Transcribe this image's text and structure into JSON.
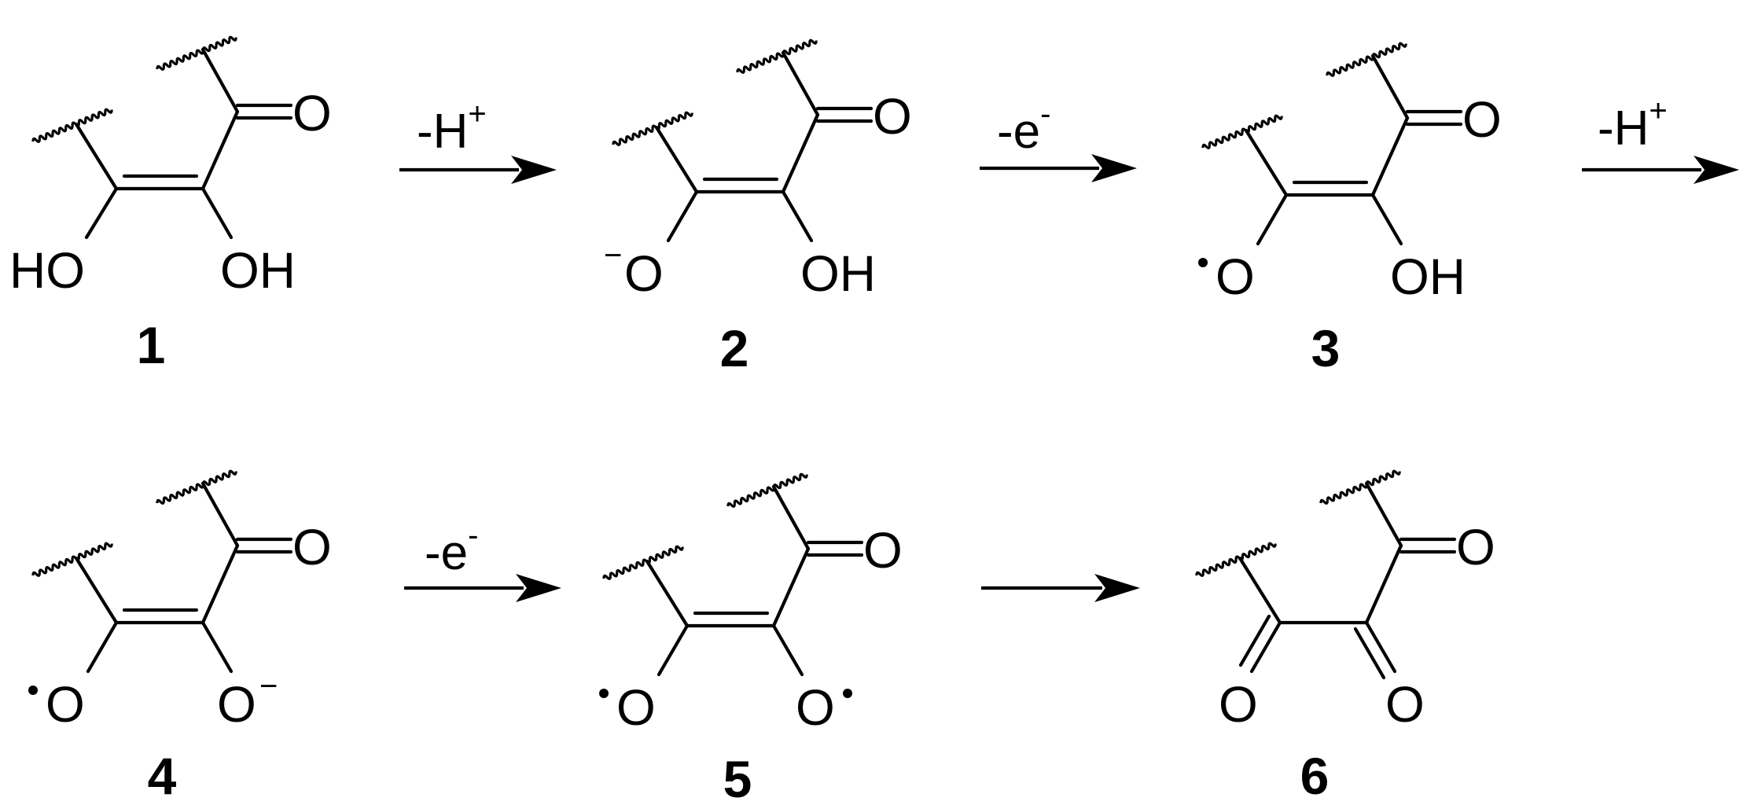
{
  "scheme": {
    "compounds": [
      {
        "label": "1",
        "atoms": {
          "carbonyl": "O",
          "left": "HO",
          "right": "OH"
        }
      },
      {
        "label": "2",
        "atoms": {
          "carbonyl": "O",
          "left": "O",
          "left_charge": "−",
          "right": "OH"
        }
      },
      {
        "label": "3",
        "atoms": {
          "carbonyl": "O",
          "left": "O",
          "right": "OH"
        }
      },
      {
        "label": "4",
        "atoms": {
          "carbonyl": "O",
          "left": "O",
          "right": "O",
          "right_charge": "−"
        }
      },
      {
        "label": "5",
        "atoms": {
          "carbonyl": "O",
          "left": "O",
          "right": "O"
        }
      },
      {
        "label": "6",
        "atoms": {
          "carbonyl": "O",
          "left": "O",
          "right": "O"
        }
      }
    ],
    "steps": [
      {
        "base": "-H",
        "sup": "+"
      },
      {
        "base": "-e",
        "sup": "-"
      },
      {
        "base": "-H",
        "sup": "+"
      },
      {
        "base": "-e",
        "sup": "-"
      },
      {
        "base": "",
        "sup": ""
      }
    ]
  }
}
